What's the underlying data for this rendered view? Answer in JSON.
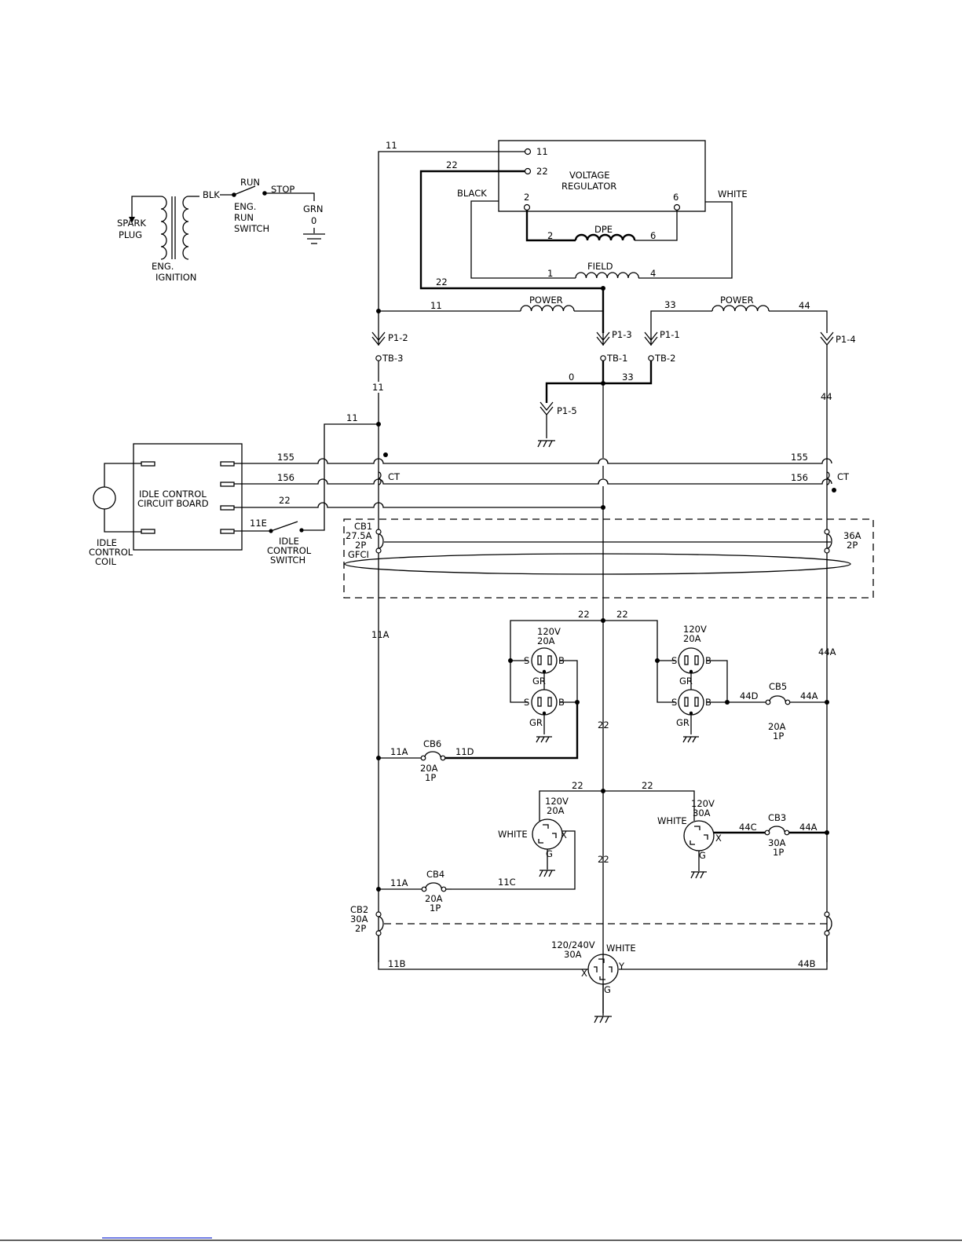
{
  "ignition": {
    "spark_plug_1": "SPARK",
    "spark_plug_2": "PLUG",
    "eng_ignition_1": "ENG.",
    "eng_ignition_2": "IGNITION",
    "blk": "BLK",
    "run": "RUN",
    "stop": "STOP",
    "switch_1": "ENG.",
    "switch_2": "RUN",
    "switch_3": "SWITCH",
    "grn": "GRN",
    "zero": "0"
  },
  "regulator": {
    "title_1": "VOLTAGE",
    "title_2": "REGULATOR",
    "term_11": "11",
    "term_22": "22",
    "term_2": "2",
    "term_6": "6",
    "black": "BLACK",
    "white": "WHITE"
  },
  "windings": {
    "dpe": "DPE",
    "dpe_left": "2",
    "dpe_right": "6",
    "field": "FIELD",
    "field_left": "1",
    "field_right": "4",
    "power_a": "POWER",
    "power_b": "POWER"
  },
  "wires": {
    "w11_top": "11",
    "w22_top": "22",
    "w22_left": "22",
    "w11_power": "11",
    "w33_power": "33",
    "w44_power": "44",
    "w11_tb3": "11",
    "w0": "0",
    "w33_tb": "33",
    "w44_mid": "44",
    "w11_idle": "11",
    "w155_left": "155",
    "w156_left": "156",
    "w22_idle": "22",
    "w155_right": "155",
    "w156_right": "156",
    "w11e": "11E",
    "w11a_left": "11A",
    "w44a_right": "44A",
    "w22_a": "22",
    "w22_b": "22",
    "w22_mid": "22",
    "w22_c": "22",
    "w22_d": "22",
    "w22_low": "22",
    "w11a_cb6": "11A",
    "w11d": "11D",
    "w44d": "44D",
    "w44a_cb5": "44A",
    "w44c": "44C",
    "w44a_cb3": "44A",
    "w11a_cb4": "11A",
    "w11c": "11C",
    "w11b": "11B",
    "w44b": "44B"
  },
  "connectors": {
    "p1_2": "P1-2",
    "p1_3": "P1-3",
    "p1_1": "P1-1",
    "p1_4": "P1-4",
    "p1_5": "P1-5",
    "tb_3": "TB-3",
    "tb_1": "TB-1",
    "tb_2": "TB-2",
    "ct_left": "CT",
    "ct_right": "CT"
  },
  "idle": {
    "board_1": "IDLE CONTROL",
    "board_2": "CIRCUIT BOARD",
    "coil_1": "IDLE",
    "coil_2": "CONTROL",
    "coil_3": "COIL",
    "switch_1": "IDLE",
    "switch_2": "CONTROL",
    "switch_3": "SWITCH"
  },
  "breakers": {
    "cb1_1": "CB1",
    "cb1_2": "27.5A",
    "cb1_3": "2P",
    "cb1_4": "GFCI",
    "cb1r_1": "36A",
    "cb1r_2": "2P",
    "cb6": "CB6",
    "cb6_rating": "20A",
    "cb6_poles": "1P",
    "cb5": "CB5",
    "cb5_rating": "20A",
    "cb5_poles": "1P",
    "cb4": "CB4",
    "cb4_rating": "20A",
    "cb4_poles": "1P",
    "cb3": "CB3",
    "cb3_rating": "30A",
    "cb3_poles": "1P",
    "cb2_1": "CB2",
    "cb2_2": "30A",
    "cb2_3": "2P"
  },
  "receptacles": {
    "dl_volt": "120V",
    "dl_amp": "20A",
    "dr_volt": "120V",
    "dr_amp": "20A",
    "s": "S",
    "b": "B",
    "gr": "GR",
    "tl_volt": "120V",
    "tl_amp": "20A",
    "tl_white": "WHITE",
    "tr_volt": "120V",
    "tr_amp": "30A",
    "tr_white": "WHITE",
    "x": "X",
    "g": "G",
    "y": "Y",
    "main_volt": "120/240V",
    "main_amp": "30A",
    "main_white": "WHITE"
  }
}
